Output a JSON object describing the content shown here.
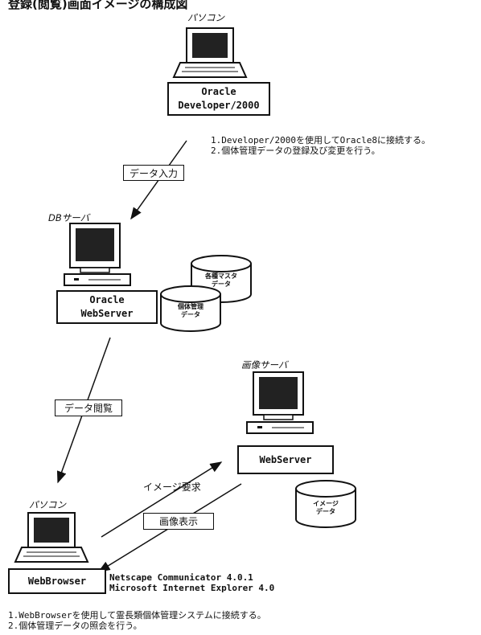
{
  "page": {
    "header_fragment": "登録(閲覧)画面イメージの構成図",
    "nodes": {
      "pc_top": {
        "label": "パソコン",
        "line1": "Oracle",
        "line2": "Developer/2000"
      },
      "pc_top_notes": [
        "1.Developer/2000を使用してOracle8に接続する。",
        "2.個体管理データの登録及び変更を行う。"
      ],
      "db_server": {
        "label": "DBサーバ",
        "line1": "Oracle",
        "line2": "WebServer"
      },
      "db_master": [
        "各種マスタ",
        "データ"
      ],
      "db_individual": [
        "個体管理",
        "データ"
      ],
      "image_server": {
        "label": "画像サーバ",
        "box": "WebServer"
      },
      "image_db": [
        "イメージ",
        "データ"
      ],
      "pc_bottom": {
        "label": "パソコン",
        "box": "WebBrowser"
      },
      "browsers": [
        "Netscape Communicator 4.0.1",
        "Microsoft Internet Explorer 4.0"
      ],
      "bottom_notes": [
        "1.WebBrowserを使用して霊長類個体管理システムに接続する。",
        "2.個体管理データの照会を行う。"
      ]
    },
    "flows": {
      "data_input": "データ入力",
      "data_view": "データ閲覧",
      "image_request": "イメージ要求",
      "image_display": "画像表示"
    }
  }
}
